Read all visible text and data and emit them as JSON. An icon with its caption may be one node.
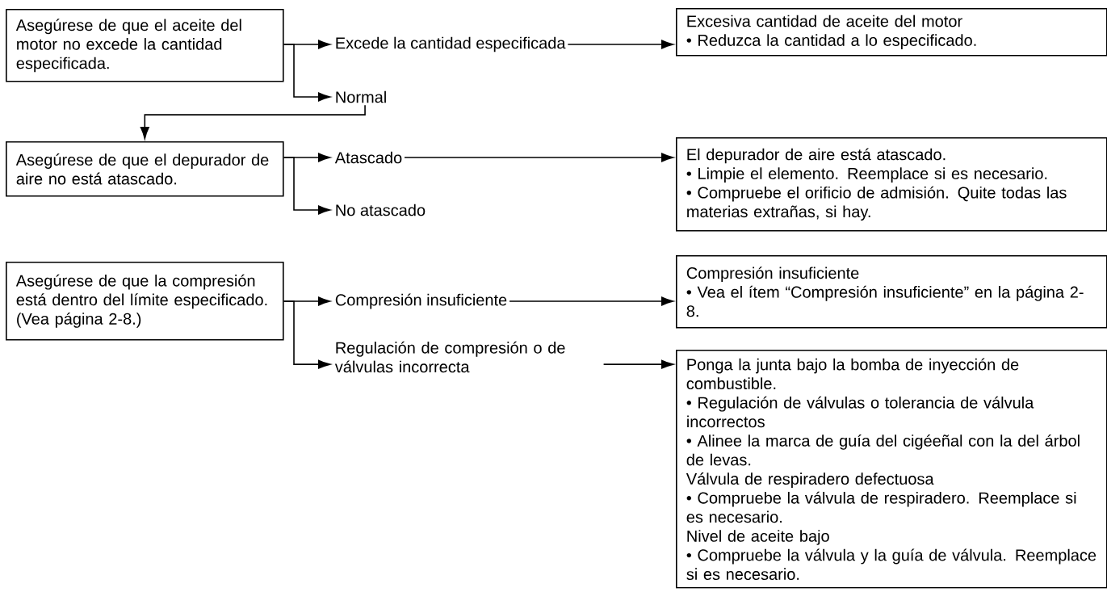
{
  "diagram": {
    "nodes": [
      {
        "text": [
          "Asegúrese de que el aceite del motor no excede la cantidad especificada."
        ]
      },
      {
        "text": [
          "Excede la cantidad especificada"
        ]
      },
      {
        "text": [
          "Excesiva cantidad de aceite del motor",
          "• Reduzca la cantidad a lo especificado."
        ]
      },
      {
        "text": [
          "Normal"
        ]
      },
      {
        "text": [
          "Asegúrese de que el depurador de aire no está atascado."
        ]
      },
      {
        "text": [
          "Atascado"
        ]
      },
      {
        "text": [
          "El depurador de aire está atascado.",
          "• Limpie el elemento. Reemplace si es necesario.",
          "• Compruebe el orificio de admisión. Quite todas las materias extrañas, si hay."
        ]
      },
      {
        "text": [
          "No atascado"
        ]
      },
      {
        "text": [
          "Asegúrese de que la compresión está dentro del límite especificado.",
          "(Vea página 2-8.)"
        ]
      },
      {
        "text": [
          "Compresión insuficiente"
        ]
      },
      {
        "text": [
          "Compresión insuficiente",
          "• Vea el ítem “Compresión insuficiente” en la página 2-8."
        ]
      },
      {
        "text": [
          "Regulación de compresión o de válvulas incorrecta"
        ]
      },
      {
        "text": [
          "Ponga la junta bajo la bomba de inyección de combustible.",
          "• Regulación de válvulas o tolerancia de válvula incorrectos",
          "• Alinee la marca de guía del cigéeñal con la del árbol de levas.",
          "Válvula de respiradero defectuosa",
          "• Compruebe la válvula de respiradero. Reemplace si es necesario.",
          "Nivel de aceite bajo",
          "• Compruebe la válvula y la guía de válvula. Reemplace si es necesario."
        ]
      }
    ],
    "edges": [
      {
        "from": 0,
        "to": 1,
        "arrow": "to"
      },
      {
        "from": 0,
        "to": 3,
        "arrow": "to"
      },
      {
        "from": 1,
        "to": 2,
        "arrow": "to"
      },
      {
        "from": 3,
        "to": 4,
        "arrow": "to"
      },
      {
        "from": 4,
        "to": 5,
        "arrow": "to"
      },
      {
        "from": 4,
        "to": 7,
        "arrow": "to"
      },
      {
        "from": 5,
        "to": 6,
        "arrow": "to"
      },
      {
        "from": 8,
        "to": 9,
        "arrow": "to"
      },
      {
        "from": 8,
        "to": 11,
        "arrow": "to"
      },
      {
        "from": 9,
        "to": 10,
        "arrow": "to"
      },
      {
        "from": 11,
        "to": 12,
        "arrow": "to"
      }
    ]
  }
}
